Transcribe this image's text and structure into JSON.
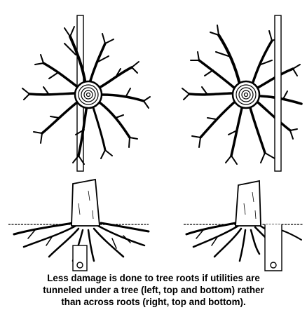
{
  "caption": {
    "line1": "Less damage is done to tree roots if utilities are",
    "line2": "tunneled under a tree (left, top and bottom) rather",
    "line3": "than across roots (right, top and bottom)."
  },
  "panels": [
    {
      "id": "top-left",
      "view": "top",
      "utility_path": "tunneled under tree"
    },
    {
      "id": "top-right",
      "view": "top",
      "utility_path": "across roots"
    },
    {
      "id": "bottom-left",
      "view": "side",
      "utility_path": "tunneled under tree"
    },
    {
      "id": "bottom-right",
      "view": "side",
      "utility_path": "across roots"
    }
  ],
  "colors": {
    "ink": "#000000",
    "background": "#ffffff"
  }
}
